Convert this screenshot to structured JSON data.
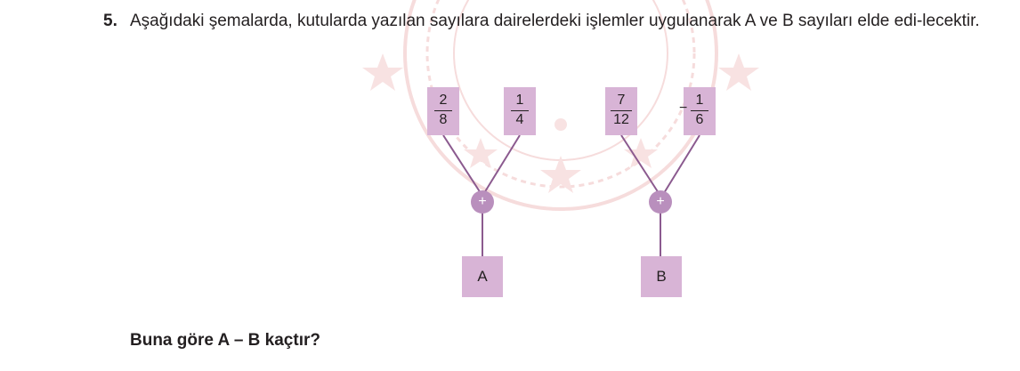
{
  "problem": {
    "number": "5.",
    "text": "Aşağıdaki şemalarda, kutularda yazılan sayılara dairelerdeki işlemler uygulanarak A ve B sayıları elde edi-lecektir."
  },
  "diagram_left": {
    "box1": {
      "numerator": "2",
      "denominator": "8"
    },
    "box2": {
      "numerator": "1",
      "denominator": "4"
    },
    "operator": "+",
    "result": "A"
  },
  "diagram_right": {
    "box1": {
      "numerator": "7",
      "denominator": "12"
    },
    "box2": {
      "sign": "−",
      "numerator": "1",
      "denominator": "6"
    },
    "operator": "+",
    "result": "B"
  },
  "question": "Buna göre A – B kaçtır?",
  "colors": {
    "box_fill": "#d8b4d6",
    "operator_fill": "#b98fbd",
    "line": "#8b5a8f",
    "watermark": "#f4d6d6"
  }
}
